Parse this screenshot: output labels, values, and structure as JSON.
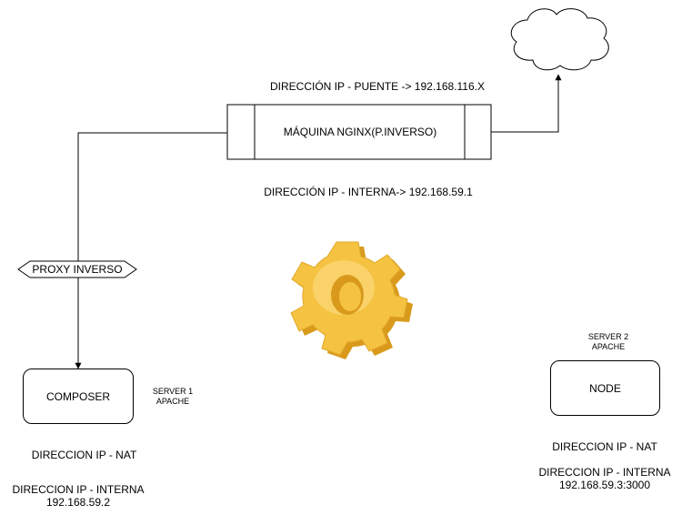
{
  "nginx_box": {
    "label": "MÁQUINA NGINX(P.INVERSO)"
  },
  "ip_bridge": "DIRECCIÓN IP - PUENTE -> 192.168.116.X",
  "ip_internal_nginx": "DIRECCIÓN IP - INTERNA-> 192.168.59.1",
  "proxy_label": "PROXY INVERSO",
  "composer": {
    "label": "COMPOSER",
    "server_line1": "SERVER 1",
    "server_line2": "APACHE",
    "ip_nat": "DIRECCION IP - NAT",
    "ip_internal": "DIRECCION IP - INTERNA",
    "ip_value": "192.168.59.2"
  },
  "node": {
    "label": "NODE",
    "server_line1": "SERVER 2",
    "server_line2": "APACHE",
    "ip_nat": "DIRECCION IP - NAT",
    "ip_internal": "DIRECCION IP - INTERNA",
    "ip_value": "192.168.59.3:3000"
  },
  "colors": {
    "gear_light": "#fde08a",
    "gear_mid": "#f5c242",
    "gear_dark": "#d99a1c",
    "line": "#000000"
  },
  "icons": {
    "cloud": "cloud-icon",
    "gear": "gear-icon"
  }
}
